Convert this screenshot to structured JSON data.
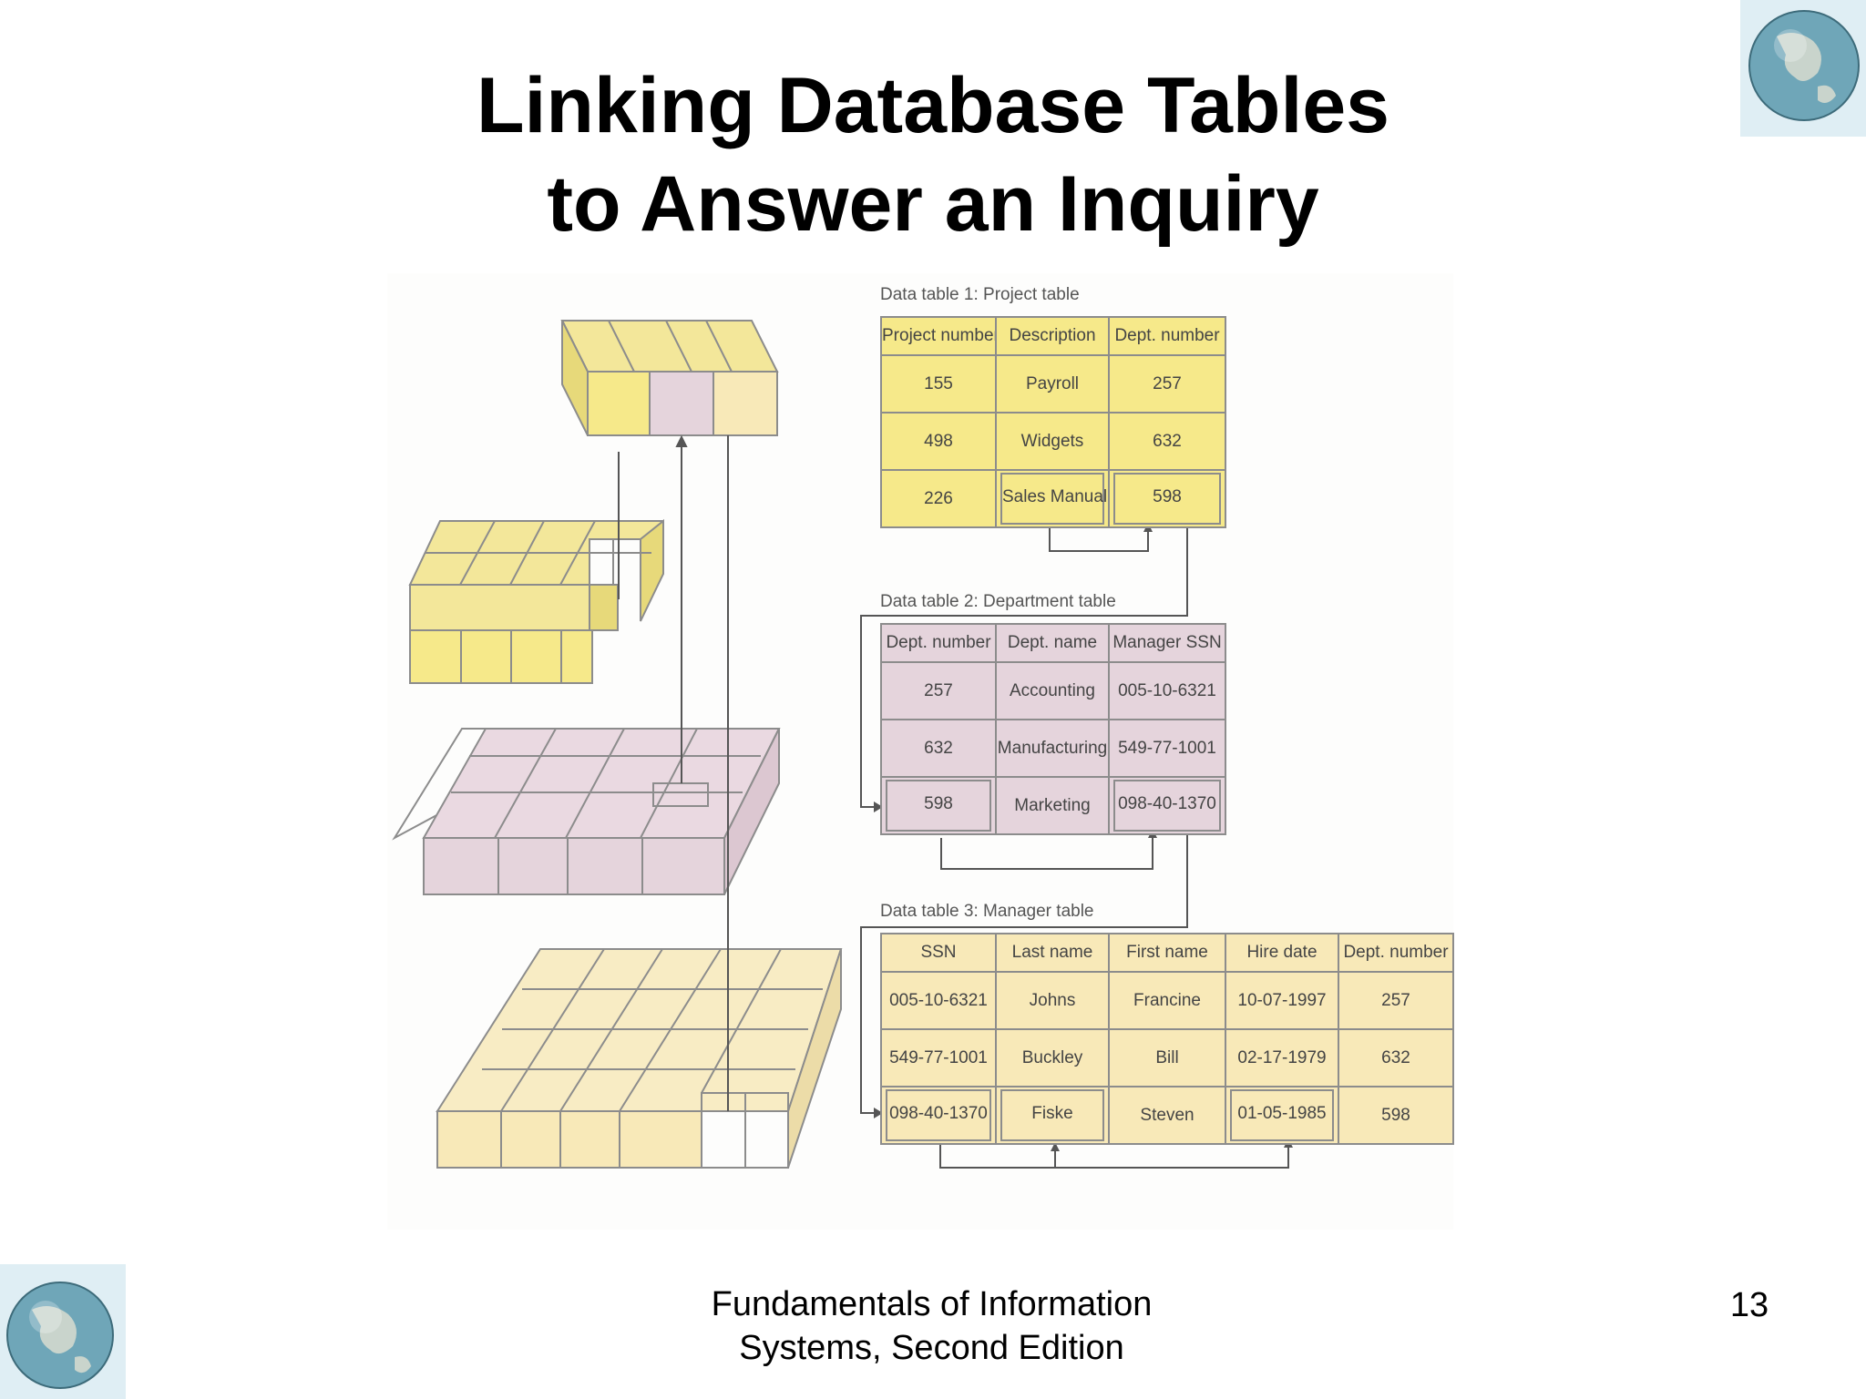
{
  "slide": {
    "title_line1": "Linking Database Tables",
    "title_line2": "to Answer an Inquiry",
    "footer_line1": "Fundamentals of Information",
    "footer_line2": "Systems, Second Edition",
    "page_number": "13"
  },
  "tables": {
    "project": {
      "caption": "Data table 1: Project table",
      "headers": [
        "Project number",
        "Description",
        "Dept. number"
      ],
      "rows": [
        [
          "155",
          "Payroll",
          "257"
        ],
        [
          "498",
          "Widgets",
          "632"
        ],
        [
          "226",
          "Sales Manual",
          "598"
        ]
      ]
    },
    "department": {
      "caption": "Data table 2: Department table",
      "headers": [
        "Dept. number",
        "Dept. name",
        "Manager SSN"
      ],
      "rows": [
        [
          "257",
          "Accounting",
          "005-10-6321"
        ],
        [
          "632",
          "Manufacturing",
          "549-77-1001"
        ],
        [
          "598",
          "Marketing",
          "098-40-1370"
        ]
      ]
    },
    "manager": {
      "caption": "Data table 3: Manager table",
      "headers": [
        "SSN",
        "Last name",
        "First name",
        "Hire date",
        "Dept. number"
      ],
      "rows": [
        [
          "005-10-6321",
          "Johns",
          "Francine",
          "10-07-1997",
          "257"
        ],
        [
          "549-77-1001",
          "Buckley",
          "Bill",
          "02-17-1979",
          "632"
        ],
        [
          "098-40-1370",
          "Fiske",
          "Steven",
          "01-05-1985",
          "598"
        ]
      ]
    }
  },
  "colors": {
    "yellow": "#f6e98a",
    "pink": "#e5d4dc",
    "cream": "#f8e9b8",
    "grid": "#8c8c8c"
  }
}
